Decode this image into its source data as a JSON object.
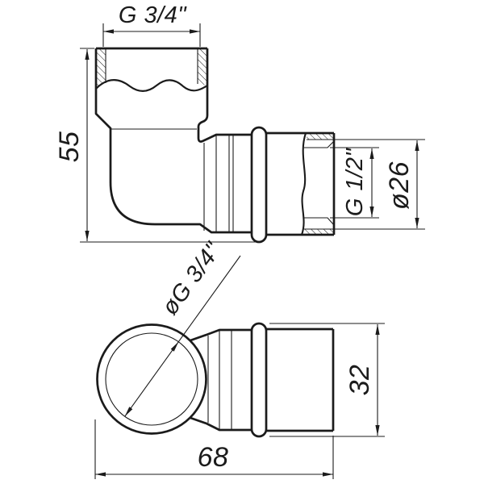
{
  "colors": {
    "line": "#1b1b1b",
    "background": "#ffffff"
  },
  "views": {
    "side": {
      "thread_top": "G 3/4\"",
      "height": "55",
      "thread_right": "G 1/2\"",
      "outer_diameter": "ø26"
    },
    "front": {
      "thread_diameter": "øG 3/4\"",
      "body_diameter": "32",
      "length": "68"
    }
  }
}
